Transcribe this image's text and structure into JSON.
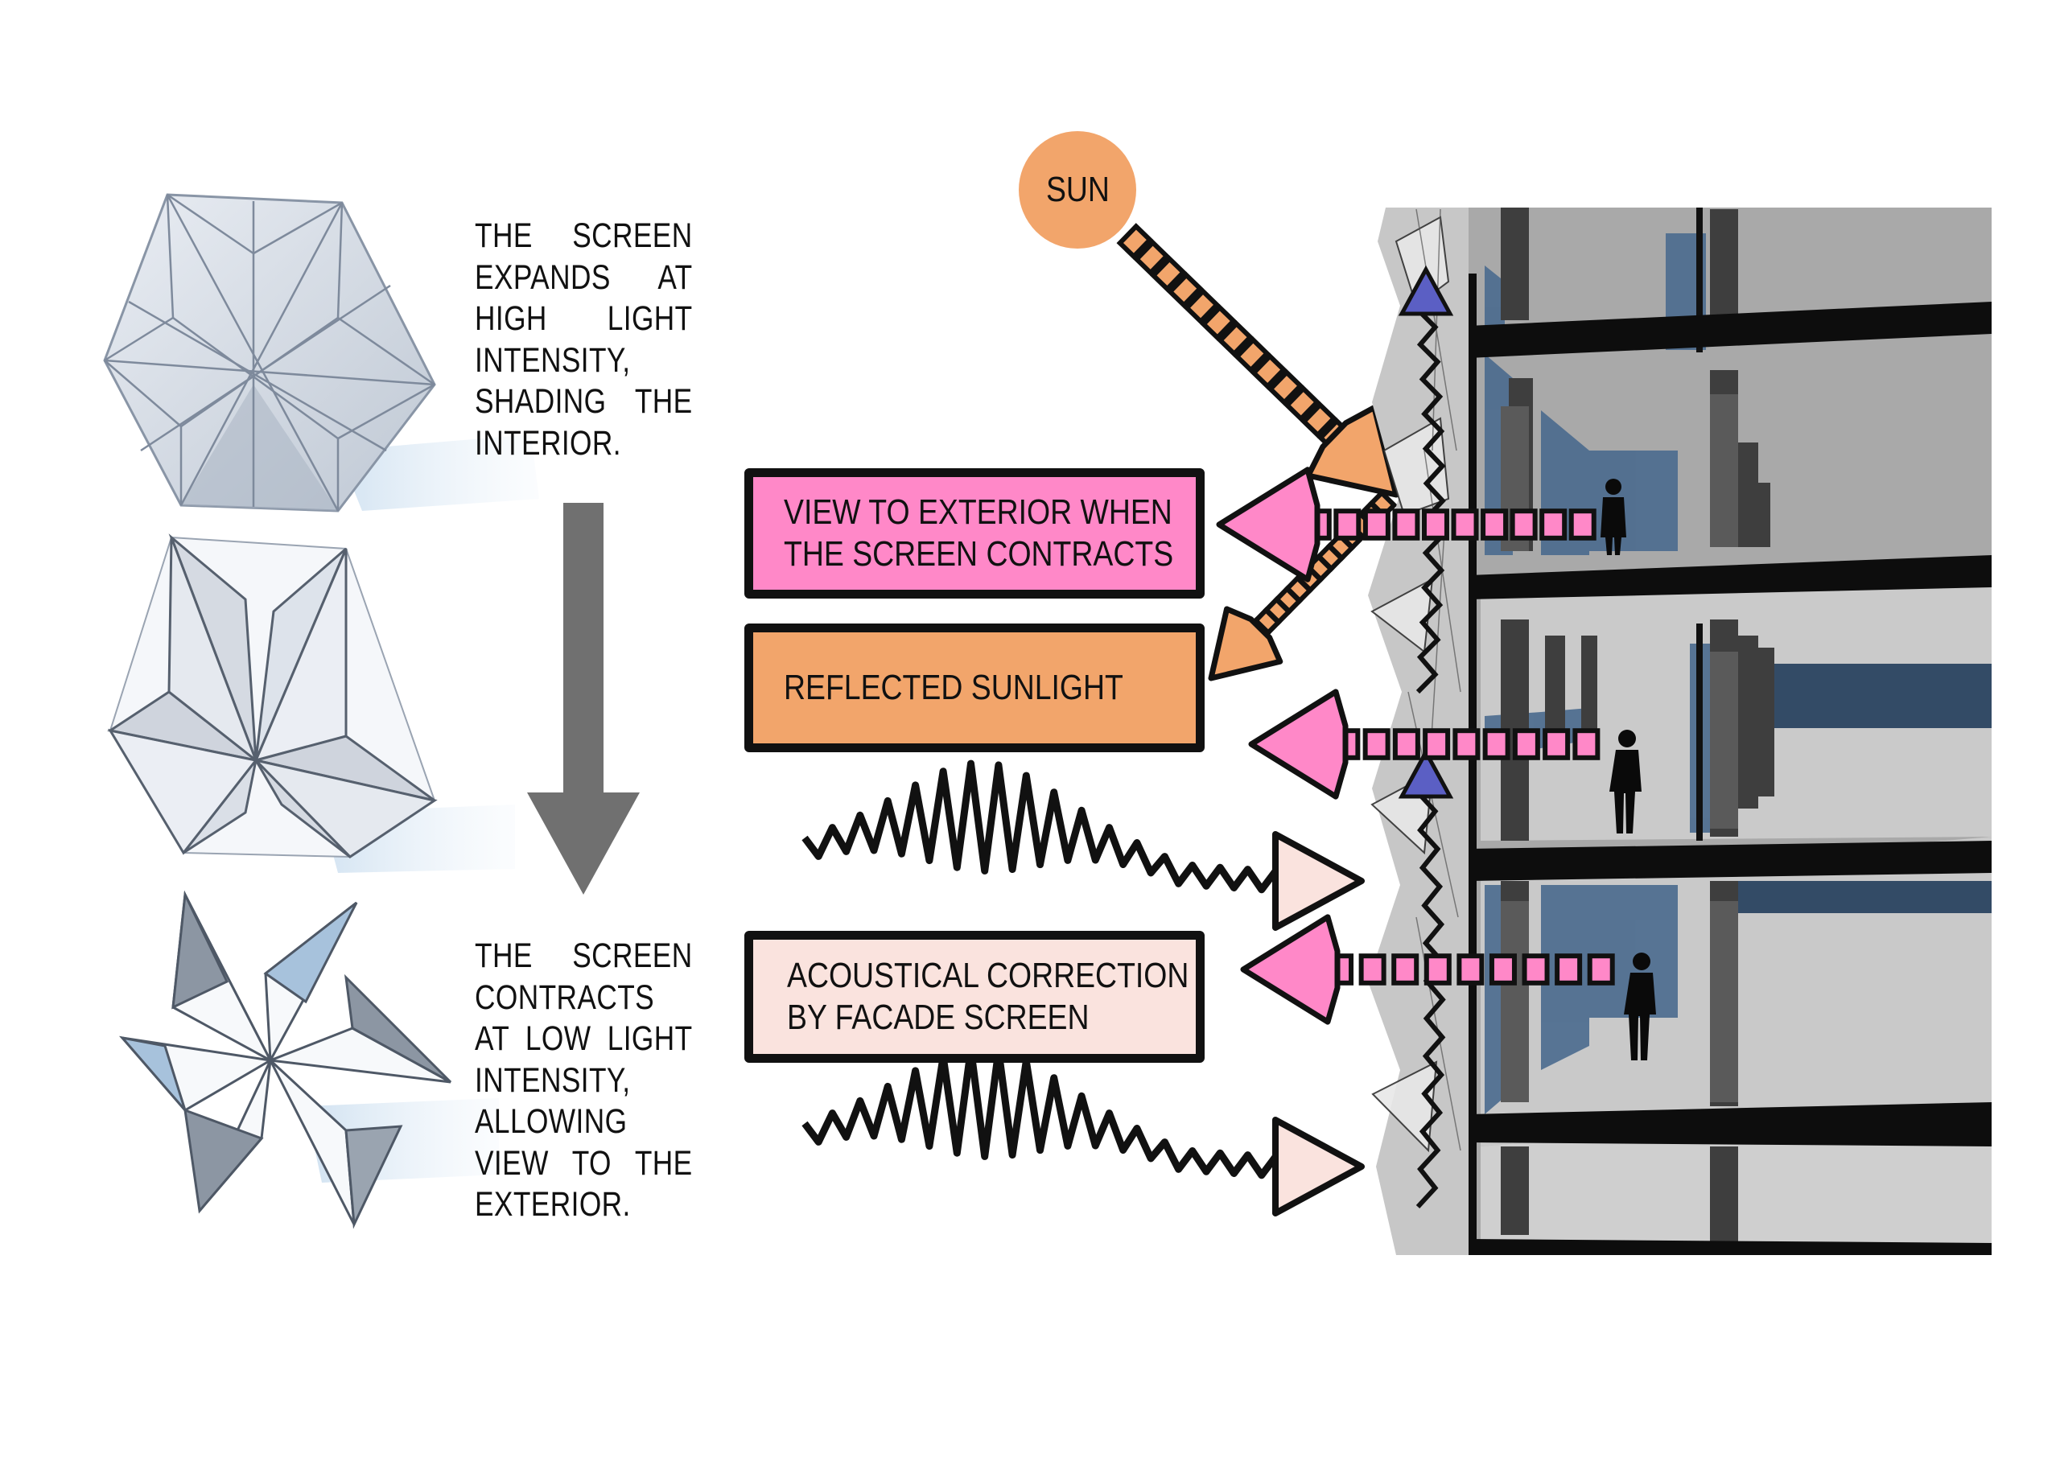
{
  "colors": {
    "view_pink": "#FF88C8",
    "reflect_orange": "#F2A56B",
    "acoustic_pink": "#FAE3DE",
    "sun": "#F2A56B",
    "airflow_violet": "#5B5FC4",
    "glass_blue": "#4A6A8E",
    "arrow_grey": "#707070"
  },
  "sun": {
    "label": "SUN",
    "icon": "sun-circle"
  },
  "screen_states": [
    {
      "state": "expanded",
      "icon": "hexagon-screen-panel",
      "description_lines": [
        "THE SCREEN",
        "EXPANDS AT",
        "HIGH LIGHT",
        "INTENSITY,",
        "SHADING THE",
        "INTERIOR."
      ]
    },
    {
      "state": "transitioning",
      "icon": "star-screen-panel-half"
    },
    {
      "state": "contracted",
      "icon": "star-screen-panel",
      "description_lines": [
        "THE SCREEN",
        "CONTRACTS",
        "AT LOW LIGHT",
        "INTENSITY,",
        "ALLOWING",
        "VIEW TO THE",
        "EXTERIOR."
      ]
    }
  ],
  "transition_arrow": {
    "icon": "arrow-down",
    "direction": "down"
  },
  "labels": {
    "view": {
      "lines": [
        "VIEW TO EXTERIOR WHEN",
        "THE SCREEN CONTRACTS"
      ]
    },
    "reflected": {
      "lines": [
        "REFLECTED SUNLIGHT"
      ]
    },
    "acoustic": {
      "lines": [
        "ACOUSTICAL CORRECTION",
        "BY FACADE SCREEN"
      ]
    }
  },
  "flows": [
    {
      "type": "sunlight",
      "from": "sun",
      "to": "facade",
      "icon": "dashed-arrow-diagonal"
    },
    {
      "type": "reflected-sunlight",
      "from": "facade",
      "to": "reflected-label",
      "icon": "dashed-arrow-diagonal"
    },
    {
      "type": "view",
      "floor": 2,
      "icon": "dashed-arrow-left"
    },
    {
      "type": "view",
      "floor": 3,
      "icon": "dashed-arrow-left"
    },
    {
      "type": "view",
      "floor": 4,
      "icon": "dashed-arrow-left"
    },
    {
      "type": "sound-wave",
      "index": 1,
      "icon": "zigzag-arrow-right"
    },
    {
      "type": "sound-wave",
      "index": 2,
      "icon": "zigzag-arrow-right"
    },
    {
      "type": "airflow",
      "index": 1,
      "icon": "zigzag-arrow-up"
    },
    {
      "type": "airflow",
      "index": 2,
      "icon": "zigzag-arrow-up"
    }
  ],
  "building": {
    "floors": 5,
    "occupants": 3
  }
}
